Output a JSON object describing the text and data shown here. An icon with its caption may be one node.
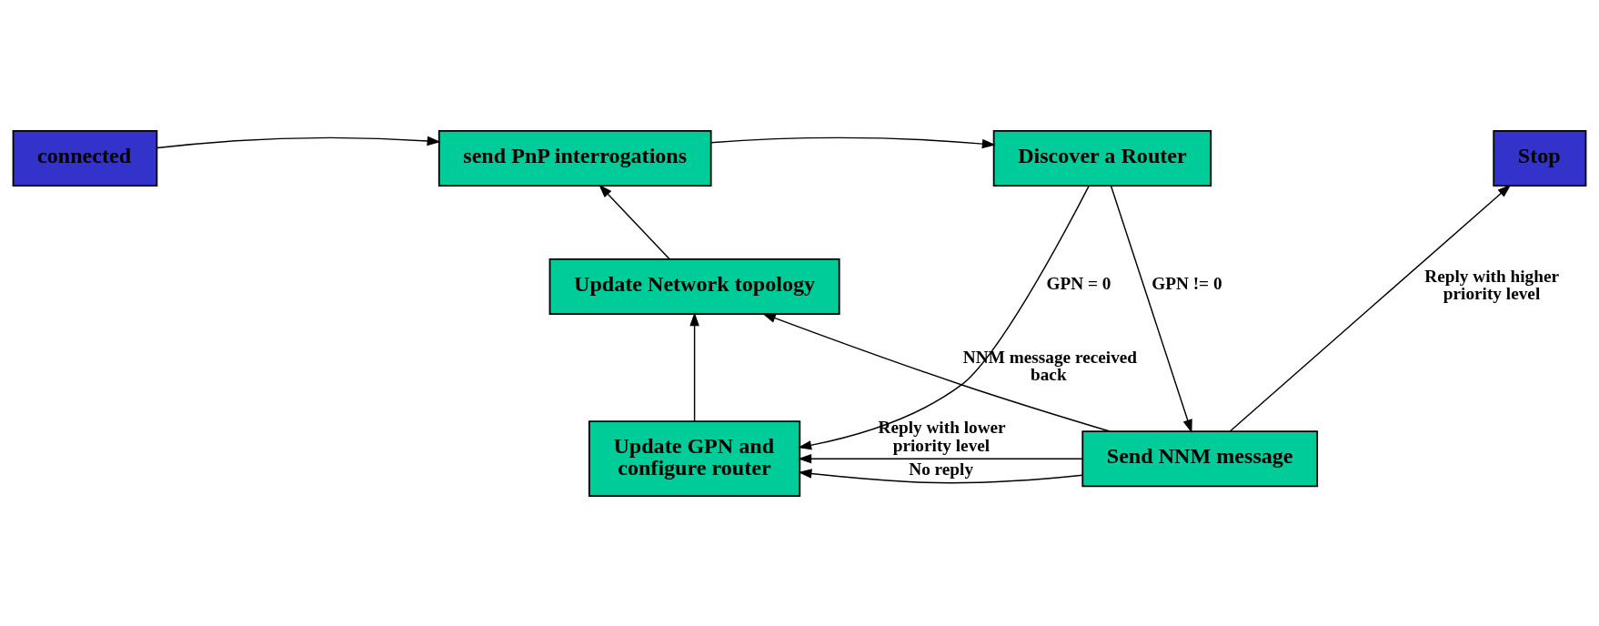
{
  "diagram": {
    "nodes": [
      {
        "text": [
          "connected"
        ]
      },
      {
        "text": [
          "send PnP interrogations"
        ]
      },
      {
        "text": [
          "Discover a Router"
        ]
      },
      {
        "text": [
          "Stop"
        ]
      },
      {
        "text": [
          "Update Network topology"
        ]
      },
      {
        "text": [
          "Update GPN and configure router"
        ]
      },
      {
        "text": [
          "Send NNM message"
        ]
      }
    ],
    "edges": [
      {
        "from": 0,
        "to": 1,
        "arrow": "to"
      },
      {
        "from": 1,
        "to": 2,
        "arrow": "to"
      },
      {
        "from": 4,
        "to": 1,
        "arrow": "to"
      },
      {
        "from": 2,
        "to": 5,
        "arrow": "to",
        "label": "GPN = 0"
      },
      {
        "from": 2,
        "to": 6,
        "arrow": "to",
        "label": "GPN != 0"
      },
      {
        "from": 6,
        "to": 3,
        "arrow": "to",
        "label": "Reply with higher priority level"
      },
      {
        "from": 6,
        "to": 5,
        "arrow": "to",
        "label": "No reply"
      },
      {
        "from": 6,
        "to": 5,
        "arrow": "to",
        "label": "Reply with lower priority level"
      },
      {
        "from": 5,
        "to": 4,
        "arrow": "to"
      },
      {
        "from": 6,
        "to": 4,
        "arrow": "to",
        "label": "NNM message received back"
      }
    ]
  }
}
